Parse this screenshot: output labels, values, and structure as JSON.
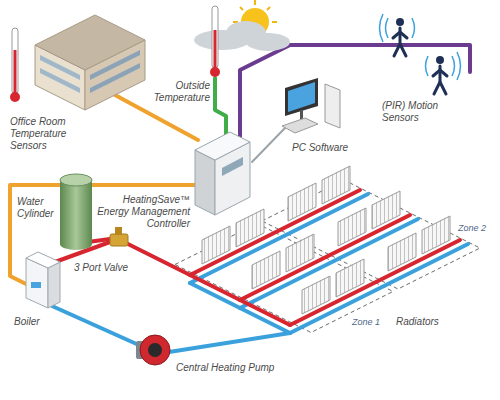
{
  "diagram": {
    "labels": [
      "Office Room Temperature Sensors",
      "Outside Temperature",
      "PC Software",
      "(PIR) Motion Sensors",
      "Water Cylinder",
      "HeatingSave™ Energy Management Controller",
      "3 Port Valve",
      "Boiler",
      "Central Heating Pump",
      "Radiators",
      "Zone 1",
      "Zone 2"
    ]
  }
}
